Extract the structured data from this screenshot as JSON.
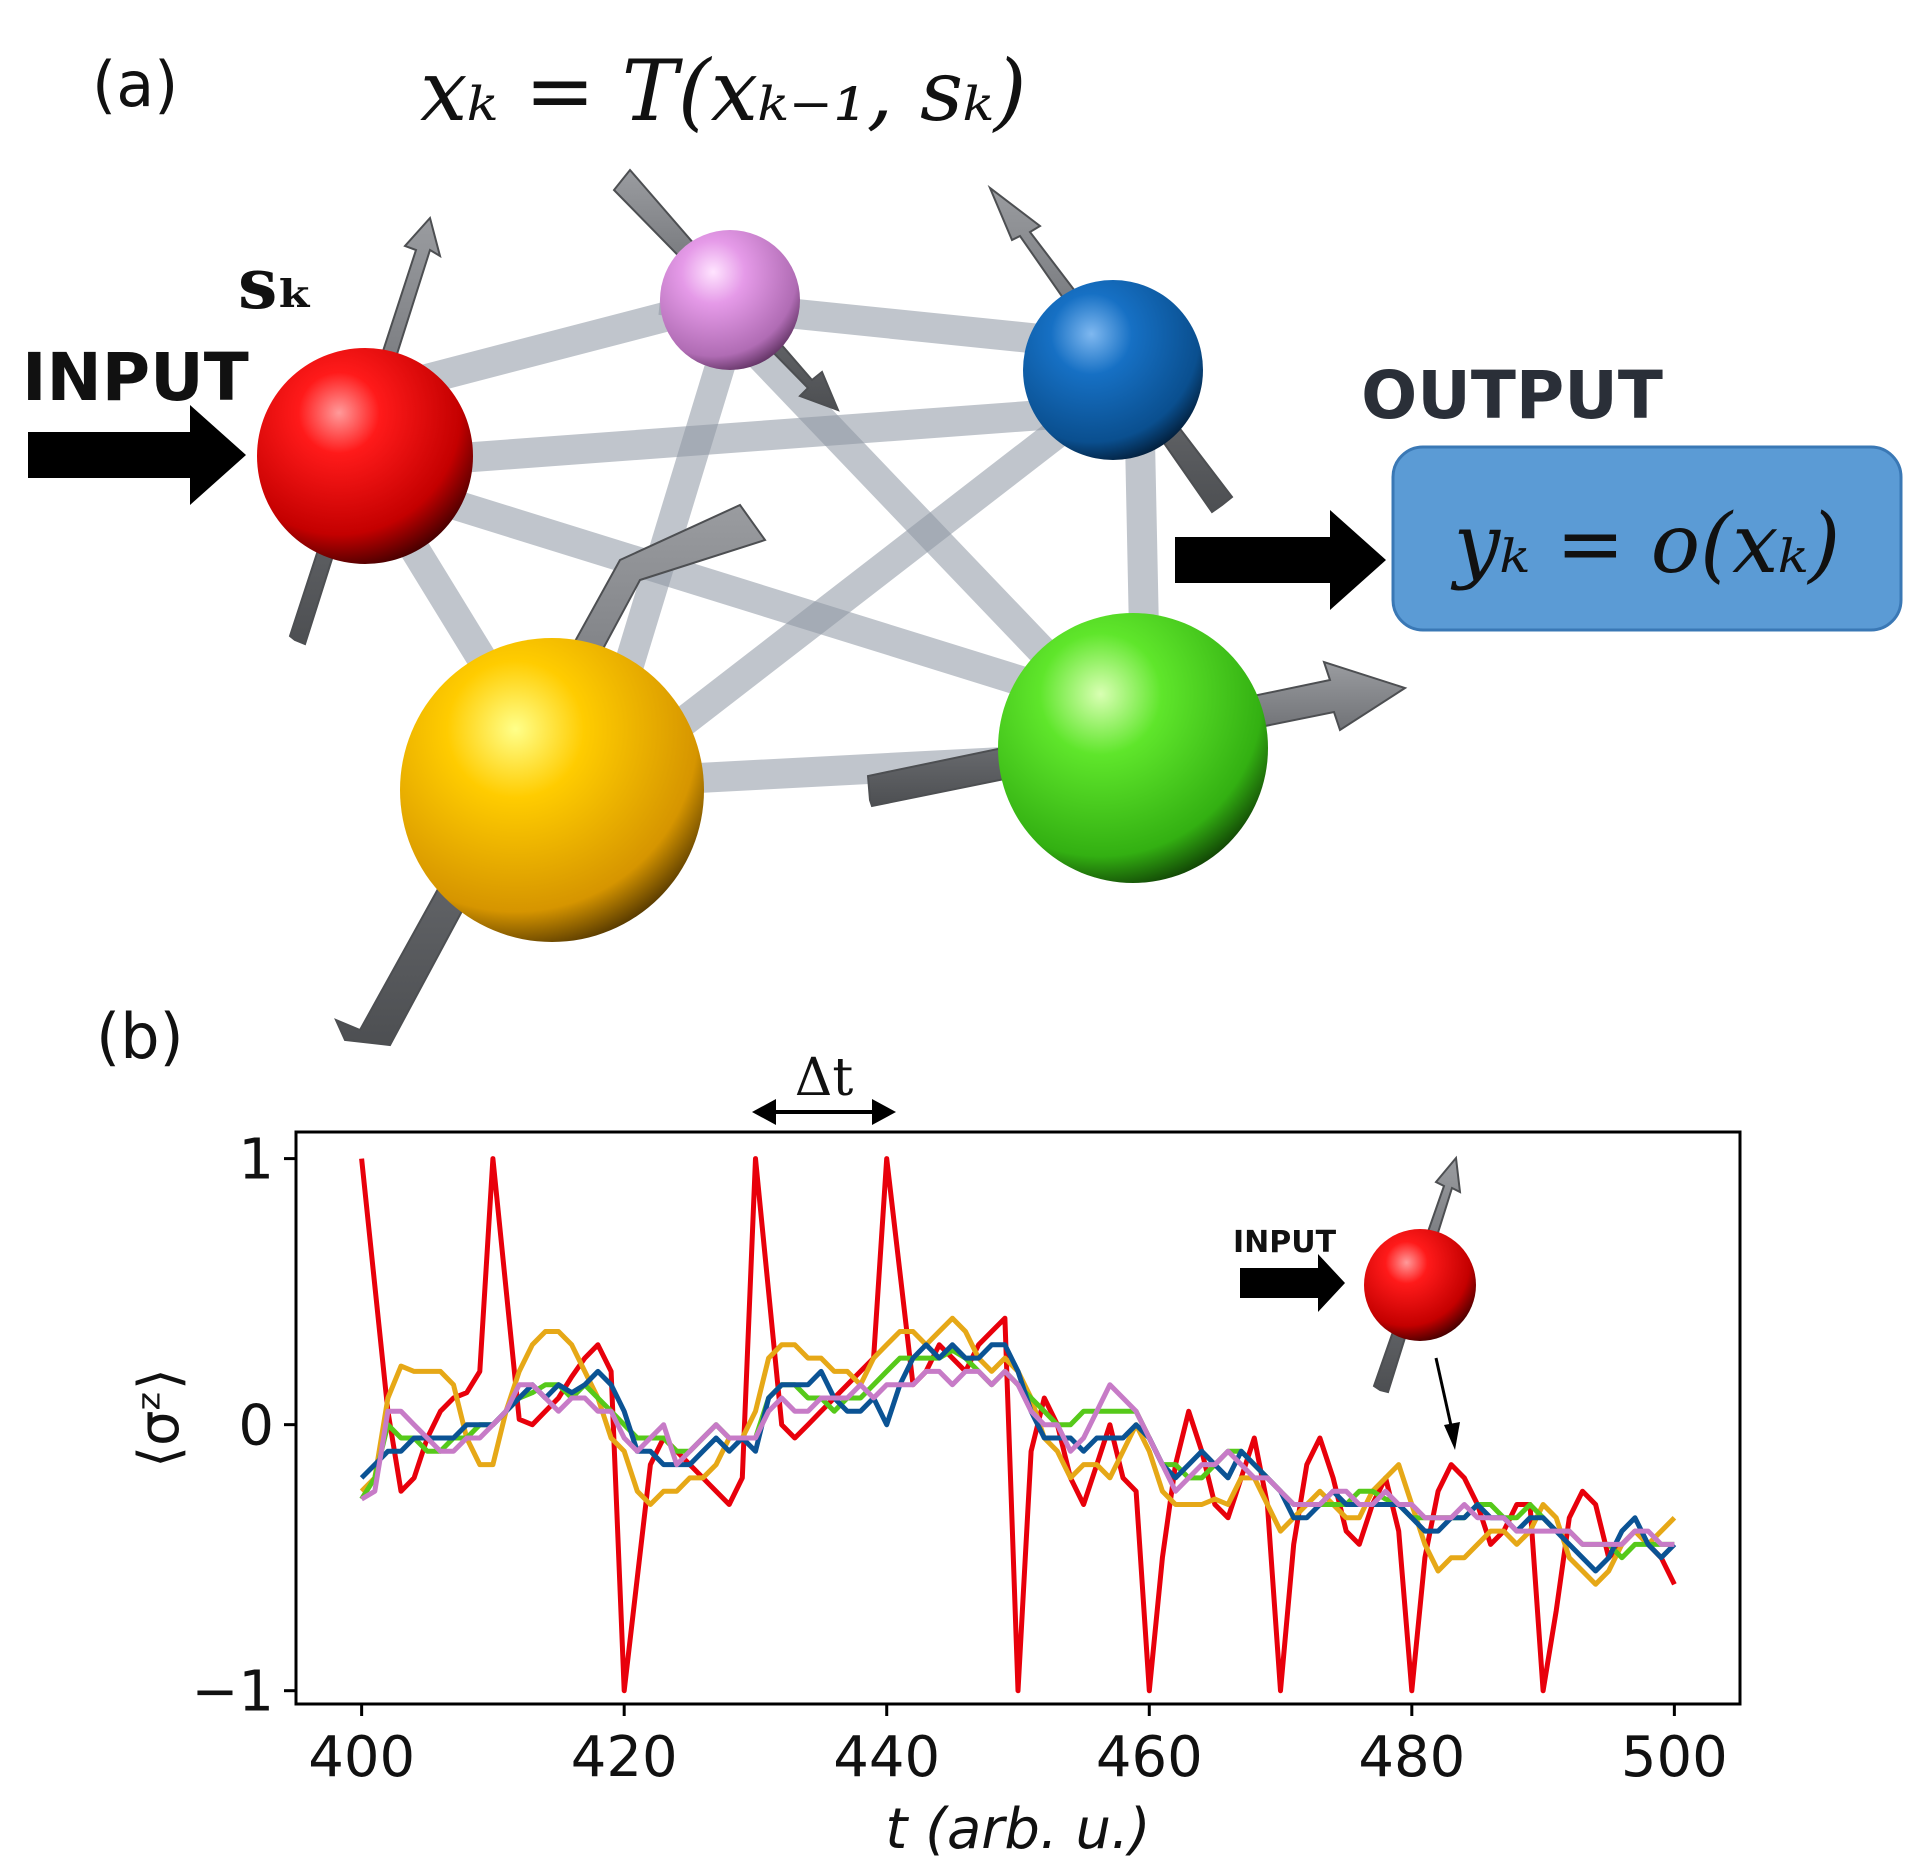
{
  "panel_a": {
    "label": "(a)",
    "equation_top": "xₖ = T(xₖ₋₁, sₖ)",
    "input_symbol": "sₖ",
    "input_label": "INPUT",
    "output_label": "OUTPUT",
    "output_equation": "yₖ = o(xₖ)",
    "spins": [
      {
        "name": "red",
        "color": "#e8000b"
      },
      {
        "name": "pink",
        "color": "#d98ce0"
      },
      {
        "name": "blue",
        "color": "#0b5ea8"
      },
      {
        "name": "yellow",
        "color": "#f2b705"
      },
      {
        "name": "green",
        "color": "#46d51e"
      }
    ],
    "colors": {
      "output_box": "#5b9bd5",
      "connection": "#8c96a3",
      "arrow": "#7d7f83"
    }
  },
  "panel_b": {
    "label": "(b)",
    "delta_label": "Δt",
    "inset_input_label": "INPUT"
  },
  "chart_data": {
    "type": "line",
    "title": "",
    "xlabel": "t (arb. u.)",
    "ylabel": "⟨σᶻ⟩",
    "xlim": [
      395,
      505
    ],
    "ylim": [
      -1.05,
      1.1
    ],
    "xticks": [
      400,
      420,
      440,
      460,
      480,
      500
    ],
    "yticks": [
      -1,
      0,
      1
    ],
    "ytick_labels": [
      "−1",
      "0",
      "1"
    ],
    "legend": "none",
    "grid": false,
    "series": [
      {
        "color": "#e8000b",
        "x": [
          400,
          402,
          403,
          404,
          405,
          406,
          407,
          408,
          409,
          410,
          412,
          413,
          414,
          415,
          416,
          417,
          418,
          419,
          420,
          422,
          423,
          424,
          425,
          426,
          427,
          428,
          429,
          430,
          432,
          433,
          434,
          435,
          436,
          437,
          438,
          439,
          440,
          442,
          443,
          444,
          445,
          446,
          447,
          448,
          449,
          450,
          451,
          452,
          453,
          454,
          455,
          456,
          457,
          458,
          459,
          460,
          461,
          462,
          463,
          464,
          465,
          466,
          467,
          468,
          469,
          470,
          471,
          472,
          473,
          474,
          475,
          476,
          477,
          478,
          479,
          480,
          481,
          482,
          483,
          484,
          485,
          486,
          487,
          488,
          489,
          490,
          491,
          492,
          493,
          494,
          495,
          496,
          497,
          498,
          499,
          500
        ],
        "y": [
          1.0,
          0.05,
          -0.25,
          -0.2,
          -0.05,
          0.05,
          0.1,
          0.12,
          0.2,
          1.0,
          0.02,
          0.0,
          0.05,
          0.1,
          0.18,
          0.25,
          0.3,
          0.2,
          -1.0,
          -0.15,
          -0.05,
          -0.1,
          -0.15,
          -0.2,
          -0.25,
          -0.3,
          -0.2,
          1.0,
          0.0,
          -0.05,
          0.0,
          0.05,
          0.1,
          0.15,
          0.2,
          0.25,
          1.0,
          0.15,
          0.2,
          0.3,
          0.25,
          0.2,
          0.3,
          0.35,
          0.4,
          -1.0,
          -0.1,
          0.1,
          0.0,
          -0.2,
          -0.3,
          -0.15,
          0.0,
          -0.2,
          -0.25,
          -1.0,
          -0.5,
          -0.15,
          0.05,
          -0.1,
          -0.3,
          -0.35,
          -0.2,
          -0.05,
          -0.3,
          -1.0,
          -0.45,
          -0.15,
          -0.05,
          -0.2,
          -0.4,
          -0.45,
          -0.3,
          -0.2,
          -0.4,
          -1.0,
          -0.5,
          -0.25,
          -0.15,
          -0.2,
          -0.3,
          -0.45,
          -0.4,
          -0.3,
          -0.3,
          -1.0,
          -0.7,
          -0.35,
          -0.25,
          -0.3,
          -0.5,
          -0.45,
          -0.4,
          -0.45,
          -0.5,
          -0.6
        ]
      },
      {
        "color": "#e6a817",
        "x": [
          400,
          401,
          402,
          403,
          404,
          405,
          406,
          407,
          408,
          409,
          410,
          411,
          412,
          413,
          414,
          415,
          416,
          417,
          418,
          419,
          420,
          421,
          422,
          423,
          424,
          425,
          426,
          427,
          428,
          429,
          430,
          431,
          432,
          433,
          434,
          435,
          436,
          437,
          438,
          439,
          440,
          441,
          442,
          443,
          444,
          445,
          446,
          447,
          448,
          449,
          450,
          451,
          452,
          453,
          454,
          455,
          456,
          457,
          458,
          459,
          460,
          461,
          462,
          463,
          464,
          465,
          466,
          467,
          468,
          469,
          470,
          471,
          472,
          473,
          474,
          475,
          476,
          477,
          478,
          479,
          480,
          481,
          482,
          483,
          484,
          485,
          486,
          487,
          488,
          489,
          490,
          491,
          492,
          493,
          494,
          495,
          496,
          497,
          498,
          499,
          500
        ],
        "y": [
          -0.25,
          -0.2,
          0.1,
          0.22,
          0.2,
          0.2,
          0.2,
          0.15,
          -0.05,
          -0.15,
          -0.15,
          0.05,
          0.2,
          0.3,
          0.35,
          0.35,
          0.3,
          0.2,
          0.1,
          -0.05,
          -0.1,
          -0.25,
          -0.3,
          -0.25,
          -0.25,
          -0.2,
          -0.2,
          -0.15,
          -0.05,
          -0.05,
          0.05,
          0.25,
          0.3,
          0.3,
          0.25,
          0.25,
          0.2,
          0.2,
          0.15,
          0.25,
          0.3,
          0.35,
          0.35,
          0.3,
          0.35,
          0.4,
          0.35,
          0.25,
          0.2,
          0.25,
          0.2,
          0.1,
          -0.05,
          -0.1,
          -0.2,
          -0.15,
          -0.15,
          -0.2,
          -0.1,
          0.0,
          -0.1,
          -0.25,
          -0.3,
          -0.3,
          -0.3,
          -0.28,
          -0.3,
          -0.2,
          -0.2,
          -0.3,
          -0.4,
          -0.35,
          -0.3,
          -0.25,
          -0.3,
          -0.35,
          -0.35,
          -0.25,
          -0.2,
          -0.15,
          -0.3,
          -0.45,
          -0.55,
          -0.5,
          -0.5,
          -0.45,
          -0.4,
          -0.4,
          -0.45,
          -0.4,
          -0.3,
          -0.35,
          -0.5,
          -0.55,
          -0.6,
          -0.55,
          -0.45,
          -0.4,
          -0.45,
          -0.4,
          -0.35
        ]
      },
      {
        "color": "#56c91a",
        "x": [
          400,
          401,
          402,
          403,
          404,
          405,
          406,
          407,
          408,
          409,
          410,
          411,
          412,
          413,
          414,
          415,
          416,
          417,
          418,
          419,
          420,
          421,
          422,
          423,
          424,
          425,
          426,
          427,
          428,
          429,
          430,
          431,
          432,
          433,
          434,
          435,
          436,
          437,
          438,
          439,
          440,
          441,
          442,
          443,
          444,
          445,
          446,
          447,
          448,
          449,
          450,
          451,
          452,
          453,
          454,
          455,
          456,
          457,
          458,
          459,
          460,
          461,
          462,
          463,
          464,
          465,
          466,
          467,
          468,
          469,
          470,
          471,
          472,
          473,
          474,
          475,
          476,
          477,
          478,
          479,
          480,
          481,
          482,
          483,
          484,
          485,
          486,
          487,
          488,
          489,
          490,
          491,
          492,
          493,
          494,
          495,
          496,
          497,
          498,
          499,
          500
        ],
        "y": [
          -0.28,
          -0.2,
          0.0,
          -0.05,
          -0.05,
          -0.1,
          -0.1,
          -0.05,
          -0.05,
          0.0,
          0.0,
          0.05,
          0.1,
          0.12,
          0.15,
          0.15,
          0.1,
          0.15,
          0.1,
          0.05,
          0.0,
          -0.05,
          -0.05,
          -0.05,
          -0.1,
          -0.1,
          -0.05,
          0.0,
          -0.05,
          -0.05,
          -0.05,
          0.1,
          0.15,
          0.15,
          0.1,
          0.1,
          0.05,
          0.1,
          0.1,
          0.15,
          0.2,
          0.25,
          0.25,
          0.25,
          0.25,
          0.28,
          0.25,
          0.2,
          0.15,
          0.2,
          0.15,
          0.1,
          0.05,
          0.0,
          0.0,
          0.05,
          0.05,
          0.05,
          0.05,
          0.05,
          -0.05,
          -0.15,
          -0.15,
          -0.2,
          -0.2,
          -0.15,
          -0.1,
          -0.1,
          -0.15,
          -0.2,
          -0.25,
          -0.3,
          -0.3,
          -0.3,
          -0.3,
          -0.3,
          -0.25,
          -0.25,
          -0.28,
          -0.3,
          -0.35,
          -0.35,
          -0.35,
          -0.35,
          -0.35,
          -0.3,
          -0.3,
          -0.35,
          -0.35,
          -0.3,
          -0.35,
          -0.4,
          -0.4,
          -0.45,
          -0.45,
          -0.45,
          -0.5,
          -0.45,
          -0.45,
          -0.45,
          -0.45
        ]
      },
      {
        "color": "#0b5394",
        "x": [
          400,
          401,
          402,
          403,
          404,
          405,
          406,
          407,
          408,
          409,
          410,
          411,
          412,
          413,
          414,
          415,
          416,
          417,
          418,
          419,
          420,
          421,
          422,
          423,
          424,
          425,
          426,
          427,
          428,
          429,
          430,
          431,
          432,
          433,
          434,
          435,
          436,
          437,
          438,
          439,
          440,
          441,
          442,
          443,
          444,
          445,
          446,
          447,
          448,
          449,
          450,
          451,
          452,
          453,
          454,
          455,
          456,
          457,
          458,
          459,
          460,
          461,
          462,
          463,
          464,
          465,
          466,
          467,
          468,
          469,
          470,
          471,
          472,
          473,
          474,
          475,
          476,
          477,
          478,
          479,
          480,
          481,
          482,
          483,
          484,
          485,
          486,
          487,
          488,
          489,
          490,
          491,
          492,
          493,
          494,
          495,
          496,
          497,
          498,
          499,
          500
        ],
        "y": [
          -0.2,
          -0.15,
          -0.1,
          -0.1,
          -0.05,
          -0.05,
          -0.05,
          -0.05,
          0.0,
          0.0,
          0.0,
          0.05,
          0.1,
          0.15,
          0.1,
          0.15,
          0.12,
          0.15,
          0.2,
          0.15,
          0.05,
          -0.1,
          -0.1,
          -0.15,
          -0.15,
          -0.15,
          -0.1,
          -0.05,
          -0.1,
          -0.05,
          -0.1,
          0.1,
          0.15,
          0.15,
          0.15,
          0.2,
          0.1,
          0.05,
          0.05,
          0.1,
          0.0,
          0.15,
          0.25,
          0.3,
          0.25,
          0.3,
          0.25,
          0.25,
          0.3,
          0.3,
          0.2,
          0.05,
          -0.05,
          -0.05,
          -0.05,
          -0.1,
          -0.05,
          -0.05,
          -0.05,
          0.0,
          -0.05,
          -0.15,
          -0.2,
          -0.15,
          -0.1,
          -0.15,
          -0.2,
          -0.1,
          -0.15,
          -0.2,
          -0.25,
          -0.35,
          -0.35,
          -0.3,
          -0.25,
          -0.3,
          -0.3,
          -0.3,
          -0.3,
          -0.3,
          -0.35,
          -0.4,
          -0.4,
          -0.35,
          -0.35,
          -0.3,
          -0.35,
          -0.35,
          -0.4,
          -0.35,
          -0.35,
          -0.4,
          -0.45,
          -0.5,
          -0.55,
          -0.5,
          -0.4,
          -0.35,
          -0.45,
          -0.5,
          -0.45
        ]
      },
      {
        "color": "#c77bc7",
        "x": [
          400,
          401,
          402,
          403,
          404,
          405,
          406,
          407,
          408,
          409,
          410,
          411,
          412,
          413,
          414,
          415,
          416,
          417,
          418,
          419,
          420,
          421,
          422,
          423,
          424,
          425,
          426,
          427,
          428,
          429,
          430,
          431,
          432,
          433,
          434,
          435,
          436,
          437,
          438,
          439,
          440,
          441,
          442,
          443,
          444,
          445,
          446,
          447,
          448,
          449,
          450,
          451,
          452,
          453,
          454,
          455,
          456,
          457,
          458,
          459,
          460,
          461,
          462,
          463,
          464,
          465,
          466,
          467,
          468,
          469,
          470,
          471,
          472,
          473,
          474,
          475,
          476,
          477,
          478,
          479,
          480,
          481,
          482,
          483,
          484,
          485,
          486,
          487,
          488,
          489,
          490,
          491,
          492,
          493,
          494,
          495,
          496,
          497,
          498,
          499,
          500
        ],
        "y": [
          -0.28,
          -0.25,
          0.05,
          0.05,
          0.0,
          -0.05,
          -0.1,
          -0.1,
          -0.05,
          -0.05,
          0.0,
          0.05,
          0.15,
          0.15,
          0.1,
          0.05,
          0.1,
          0.1,
          0.05,
          0.05,
          -0.05,
          -0.1,
          -0.05,
          0.0,
          -0.15,
          -0.1,
          -0.05,
          0.0,
          -0.05,
          -0.05,
          -0.05,
          0.05,
          0.1,
          0.05,
          0.05,
          0.1,
          0.1,
          0.1,
          0.15,
          0.1,
          0.15,
          0.15,
          0.15,
          0.2,
          0.2,
          0.15,
          0.2,
          0.2,
          0.15,
          0.2,
          0.15,
          0.05,
          0.0,
          0.0,
          -0.1,
          -0.05,
          0.05,
          0.15,
          0.1,
          0.05,
          -0.05,
          -0.15,
          -0.25,
          -0.2,
          -0.15,
          -0.15,
          -0.1,
          -0.15,
          -0.2,
          -0.2,
          -0.25,
          -0.3,
          -0.3,
          -0.3,
          -0.25,
          -0.25,
          -0.3,
          -0.3,
          -0.25,
          -0.3,
          -0.3,
          -0.35,
          -0.35,
          -0.35,
          -0.3,
          -0.35,
          -0.35,
          -0.35,
          -0.4,
          -0.4,
          -0.4,
          -0.4,
          -0.4,
          -0.45,
          -0.45,
          -0.45,
          -0.45,
          -0.4,
          -0.4,
          -0.45,
          -0.45
        ]
      }
    ]
  }
}
